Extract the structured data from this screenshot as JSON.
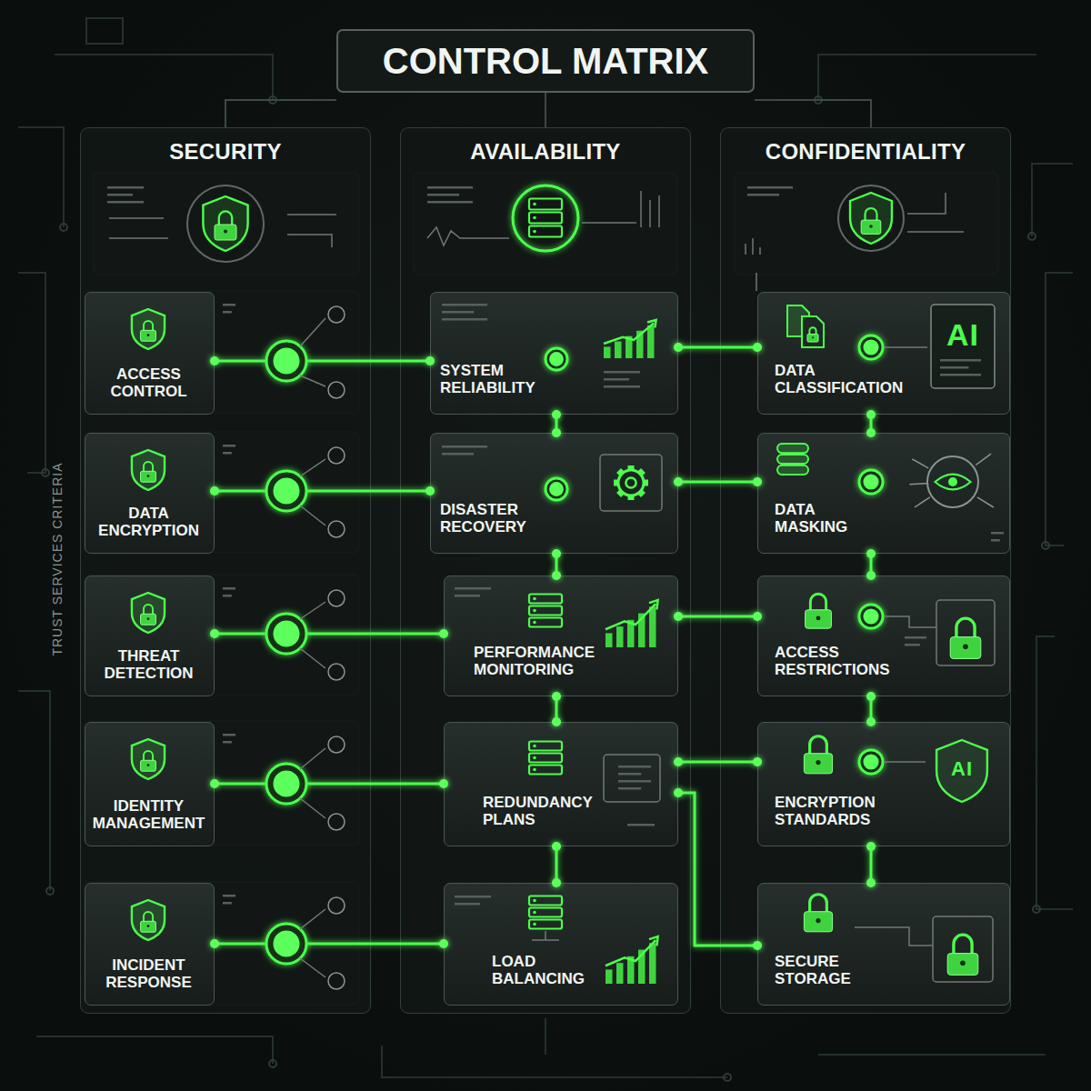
{
  "diagram": {
    "title": "CONTROL MATRIX",
    "nodes": [
      {
        "text": [
          "SECURITY"
        ]
      },
      {
        "text": [
          "ACCESS CONTROL"
        ],
        "in": 0
      },
      {
        "text": [
          "DATA ENCRYPTION"
        ],
        "in": 0
      },
      {
        "text": [
          "THREAT DETECTION"
        ],
        "in": 0
      },
      {
        "text": [
          "IDENTITY MANAGEMENT"
        ],
        "in": 0
      },
      {
        "text": [
          "INCIDENT RESPONSE"
        ],
        "in": 0
      },
      {
        "text": [
          "AVAILABILITY"
        ]
      },
      {
        "text": [
          "SYSTEM RELIABILITY"
        ],
        "in": 6
      },
      {
        "text": [
          "DISASTER RECOVERY"
        ],
        "in": 6
      },
      {
        "text": [
          "PERFORMANCE MONITORING"
        ],
        "in": 6
      },
      {
        "text": [
          "REDUNDANCY PLANS"
        ],
        "in": 6
      },
      {
        "text": [
          "LOAD BALANCING"
        ],
        "in": 6
      },
      {
        "text": [
          "CONFIDENTIALITY"
        ]
      },
      {
        "text": [
          "DATA CLASSIFICATION"
        ],
        "in": 12
      },
      {
        "text": [
          "DATA MASKING"
        ],
        "in": 12
      },
      {
        "text": [
          "ACCESS RESTRICTIONS"
        ],
        "in": 12
      },
      {
        "text": [
          "ENCRYPTION STANDARDS"
        ],
        "in": 12
      },
      {
        "text": [
          "SECURE STORAGE"
        ],
        "in": 12
      }
    ],
    "edges": [
      {
        "from": 1,
        "to": 7,
        "arrow": "none"
      },
      {
        "from": 7,
        "to": 13,
        "arrow": "none"
      },
      {
        "from": 2,
        "to": 8,
        "arrow": "none"
      },
      {
        "from": 8,
        "to": 14,
        "arrow": "none"
      },
      {
        "from": 3,
        "to": 9,
        "arrow": "none"
      },
      {
        "from": 9,
        "to": 15,
        "arrow": "none"
      },
      {
        "from": 4,
        "to": 10,
        "arrow": "none"
      },
      {
        "from": 10,
        "to": 16,
        "arrow": "none"
      },
      {
        "from": 10,
        "to": 17,
        "arrow": "none"
      },
      {
        "from": 5,
        "to": 11,
        "arrow": "none"
      },
      {
        "from": 7,
        "to": 8,
        "arrow": "none"
      },
      {
        "from": 8,
        "to": 9,
        "arrow": "none"
      },
      {
        "from": 9,
        "to": 10,
        "arrow": "none"
      },
      {
        "from": 10,
        "to": 11,
        "arrow": "none"
      },
      {
        "from": 13,
        "to": 14,
        "arrow": "none"
      },
      {
        "from": 14,
        "to": 15,
        "arrow": "none"
      },
      {
        "from": 15,
        "to": 16,
        "arrow": "none"
      },
      {
        "from": 16,
        "to": 17,
        "arrow": "none"
      }
    ],
    "labels": [
      "TRUST SERVICES CRITERIA",
      "AI",
      "AI"
    ]
  }
}
